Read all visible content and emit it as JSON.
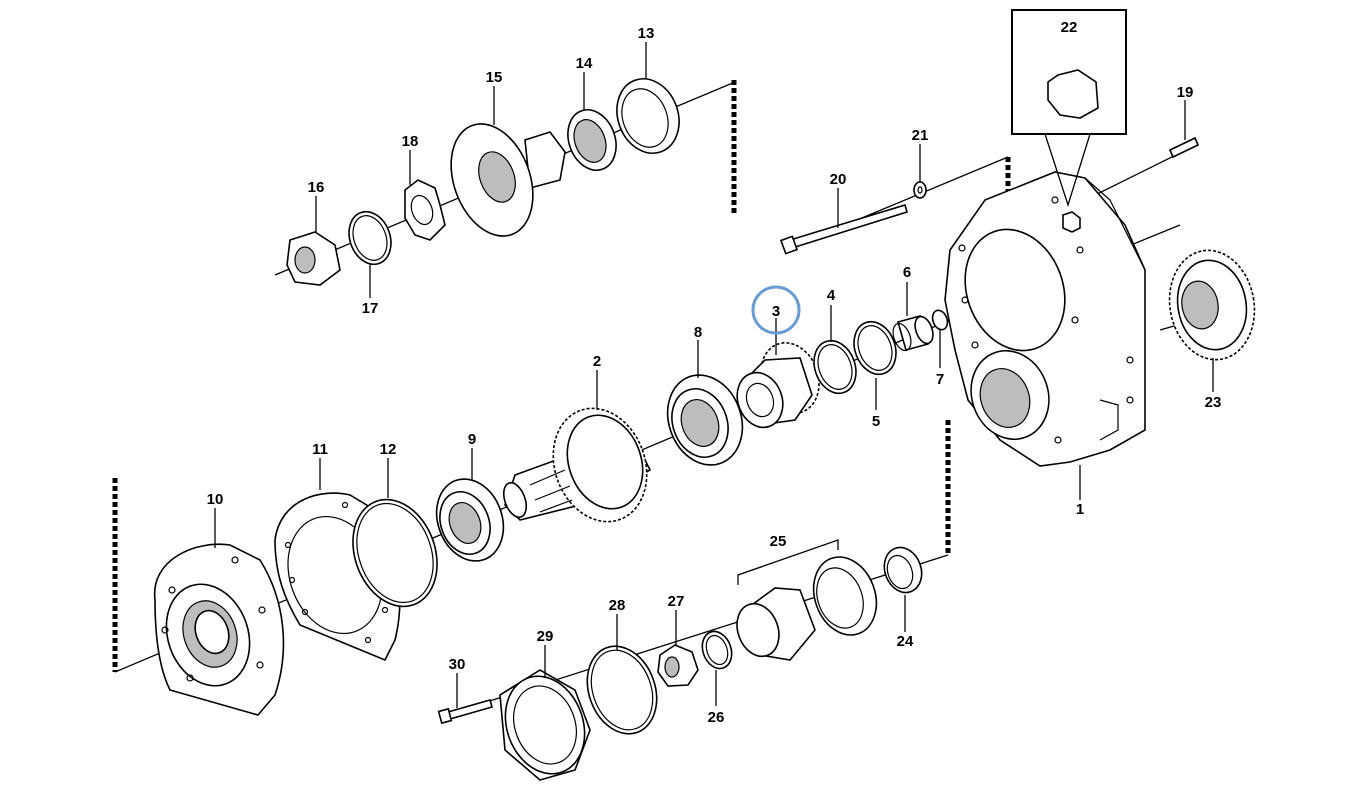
{
  "highlight": {
    "part": "3",
    "color": "#6a9bd1"
  },
  "callouts": {
    "p1": "1",
    "p2": "2",
    "p3": "3",
    "p4": "4",
    "p5": "5",
    "p6": "6",
    "p7": "7",
    "p8": "8",
    "p9": "9",
    "p10": "10",
    "p11": "11",
    "p12": "12",
    "p13": "13",
    "p14": "14",
    "p15": "15",
    "p16": "16",
    "p17": "17",
    "p18": "18",
    "p19": "19",
    "p20": "20",
    "p21": "21",
    "p22": "22",
    "p23": "23",
    "p24": "24",
    "p25": "25",
    "p26": "26",
    "p27": "27",
    "p28": "28",
    "p29": "29",
    "p30": "30"
  }
}
